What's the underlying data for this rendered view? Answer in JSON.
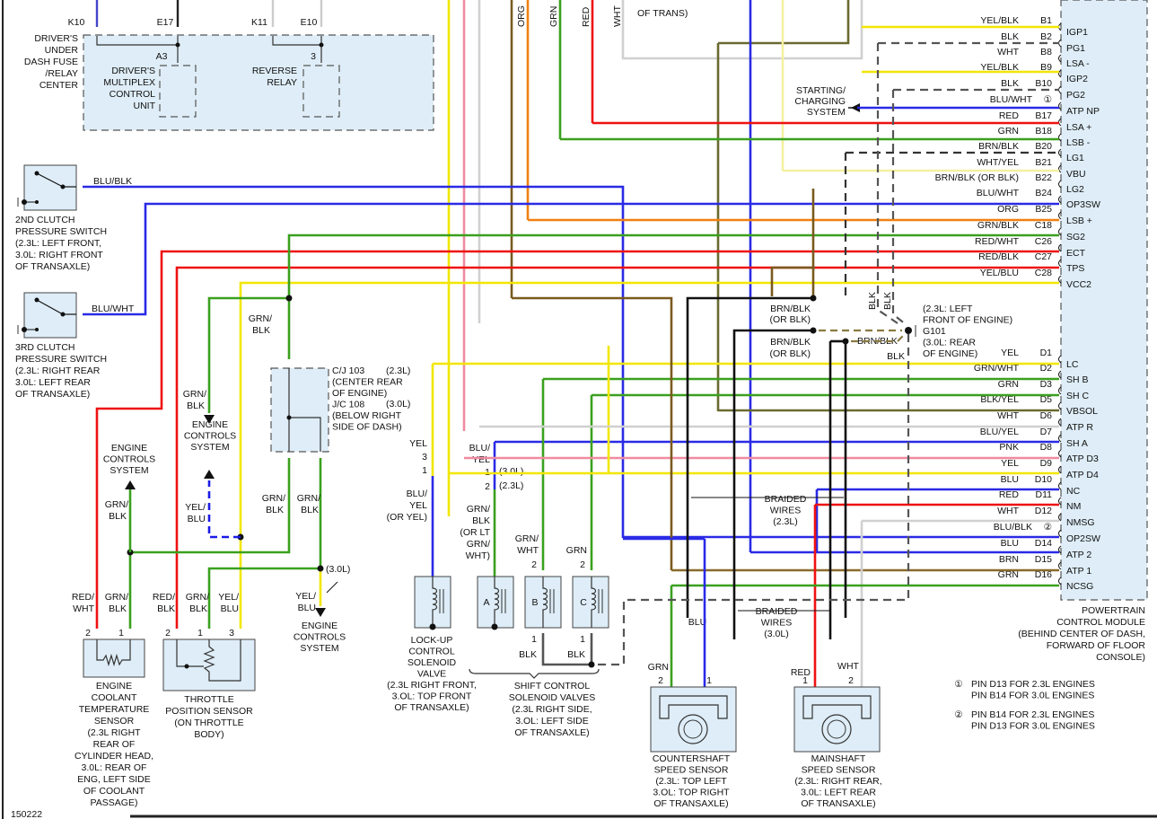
{
  "diagram_id": "150222",
  "pcm": {
    "name_lines": [
      "POWERTRAIN",
      "CONTROL MODULE",
      "(BEHIND CENTER OF DASH,",
      "FORWARD OF FLOOR",
      "CONSOLE)"
    ],
    "pins": [
      {
        "wire": "YEL/BLK",
        "pin": "B1",
        "term": "IGP1",
        "color": "#f2e600"
      },
      {
        "wire": "BLK",
        "pin": "B2",
        "term": "PG1",
        "color": "#555555",
        "dashed": true
      },
      {
        "wire": "WHT",
        "pin": "B8",
        "term": "LSA -",
        "color": "#c8c8c8"
      },
      {
        "wire": "YEL/BLK",
        "pin": "B9",
        "term": "IGP2",
        "color": "#f2e600"
      },
      {
        "wire": "BLK",
        "pin": "B10",
        "term": "PG2",
        "color": "#555555",
        "dashed": true
      },
      {
        "wire": "BLU/WHT",
        "pin": "①",
        "term": "ATP NP",
        "color": "#2a2ae6"
      },
      {
        "wire": "RED",
        "pin": "B17",
        "term": "LSA +",
        "color": "#ee1111"
      },
      {
        "wire": "GRN",
        "pin": "B18",
        "term": "LSB -",
        "color": "#3aa01e"
      },
      {
        "wire": "BRN/BLK",
        "pin": "B20",
        "term": "LG1",
        "color": "#333333",
        "dashed": true
      },
      {
        "wire": "WHT/YEL",
        "pin": "B21",
        "term": "VBU",
        "color": "#f4f0a0"
      },
      {
        "wire": "BRN/BLK (OR BLK)",
        "pin": "B22",
        "term": "LG2",
        "color": "#7a5a1e"
      },
      {
        "wire": "BLU/WHT",
        "pin": "B24",
        "term": "OP3SW",
        "color": "#2a2ae6"
      },
      {
        "wire": "ORG",
        "pin": "B25",
        "term": "LSB +",
        "color": "#f08010"
      },
      {
        "wire": "GRN/BLK",
        "pin": "C18",
        "term": "SG2",
        "color": "#3aa01e"
      },
      {
        "wire": "RED/WHT",
        "pin": "C26",
        "term": "ECT",
        "color": "#ee1111"
      },
      {
        "wire": "RED/BLK",
        "pin": "C27",
        "term": "TPS",
        "color": "#ee1111"
      },
      {
        "wire": "YEL/BLU",
        "pin": "C28",
        "term": "VCC2",
        "color": "#f2e600"
      },
      {
        "wire": "YEL",
        "pin": "D1",
        "term": "LC",
        "color": "#f2e600"
      },
      {
        "wire": "GRN/WHT",
        "pin": "D2",
        "term": "SH B",
        "color": "#3aa01e"
      },
      {
        "wire": "GRN",
        "pin": "D3",
        "term": "SH C",
        "color": "#3aa01e"
      },
      {
        "wire": "BLK/YEL",
        "pin": "D5",
        "term": "VBSOL",
        "color": "#6a6a30"
      },
      {
        "wire": "WHT",
        "pin": "D6",
        "term": "ATP R",
        "color": "#c8c8c8"
      },
      {
        "wire": "BLU/YEL",
        "pin": "D7",
        "term": "SH A",
        "color": "#2a2ae6"
      },
      {
        "wire": "PNK",
        "pin": "D8",
        "term": "ATP D3",
        "color": "#f08aa0"
      },
      {
        "wire": "YEL",
        "pin": "D9",
        "term": "ATP D4",
        "color": "#f2e600"
      },
      {
        "wire": "BLU",
        "pin": "D10",
        "term": "NC",
        "color": "#2a2ae6"
      },
      {
        "wire": "RED",
        "pin": "D11",
        "term": "NM",
        "color": "#ee1111"
      },
      {
        "wire": "WHT",
        "pin": "D12",
        "term": "NMSG",
        "color": "#c8c8c8"
      },
      {
        "wire": "BLU/BLK",
        "pin": "②",
        "term": "OP2SW",
        "color": "#2a2ae6"
      },
      {
        "wire": "BLU",
        "pin": "D14",
        "term": "ATP 2",
        "color": "#2a2ae6"
      },
      {
        "wire": "BRN",
        "pin": "D15",
        "term": "ATP 1",
        "color": "#8a6a2a"
      },
      {
        "wire": "GRN",
        "pin": "D16",
        "term": "NCSG",
        "color": "#3aa01e"
      }
    ]
  },
  "notes": [
    {
      "symbol": "①",
      "lines": [
        "PIN D13 FOR 2.3L ENGINES",
        "PIN B14 FOR 3.0L ENGINES"
      ]
    },
    {
      "symbol": "②",
      "lines": [
        "PIN B14 FOR 2.3L ENGINES",
        "PIN D13 FOR 3.0L ENGINES"
      ]
    }
  ],
  "fuse_box": {
    "name_lines": [
      "DRIVER'S",
      "UNDER",
      "DASH FUSE",
      "/RELAY",
      "CENTER"
    ],
    "pins": [
      "K10",
      "E17",
      "K11",
      "E10"
    ],
    "mpcu_pin": "A3",
    "mpcu_lines": [
      "DRIVER'S",
      "MULTIPLEX",
      "CONTROL",
      "UNIT"
    ],
    "relay_pin": "3",
    "relay_lines": [
      "REVERSE",
      "RELAY"
    ]
  },
  "top_wires": {
    "vertical_labels": [
      "ORG",
      "GRN",
      "RED",
      "WHT"
    ],
    "of_trans": "OF TRANS)",
    "starting_lines": [
      "STARTING/",
      "CHARGING",
      "SYSTEM"
    ]
  },
  "switch_2nd": {
    "wire": "BLU/BLK",
    "lines": [
      "2ND CLUTCH",
      "PRESSURE SWITCH",
      "(2.3L: LEFT FRONT,",
      "3.0L: RIGHT FRONT",
      "OF TRANSAXLE)"
    ]
  },
  "switch_3rd": {
    "wire": "BLU/WHT",
    "lines": [
      "3RD CLUTCH",
      "PRESSURE SWITCH",
      "(2.3L: RIGHT REAR",
      "3.0L: LEFT REAR",
      "OF TRANSAXLE)"
    ]
  },
  "junction": {
    "lines": [
      "C/J 103",
      "(CENTER REAR",
      "OF ENGINE)",
      "J/C 108",
      "(BELOW RIGHT",
      "SIDE OF DASH)"
    ],
    "eng_23": "(2.3L)",
    "eng_30": "(3.0L)"
  },
  "labels": {
    "grn_blk": "GRN/",
    "blk": "BLK",
    "yel_blu_1": "YEL/",
    "blu": "BLU",
    "red_wht_1": "RED/",
    "wht": "WHT",
    "red_blk_1": "RED/",
    "engine_controls": [
      "ENGINE",
      "CONTROLS",
      "SYSTEM"
    ],
    "l30": "(3.0L)",
    "l23": "(2.3L)",
    "yel": "YEL",
    "blu_yel_or_yel": [
      "BLU/",
      "YEL",
      "(OR YEL)"
    ],
    "blu_yel": [
      "BLU/",
      "YEL"
    ],
    "grn_blk_or": [
      "GRN/",
      "BLK",
      "(OR LT",
      "GRN/",
      "WHT)"
    ],
    "grn_wht": [
      "GRN/",
      "WHT"
    ],
    "grn": "GRN",
    "red": "RED",
    "brn_blk": "BRN/BLK",
    "or_blk": "(OR BLK)",
    "g101_lines": [
      "(2.3L: LEFT",
      "FRONT OF ENGINE)",
      "G101",
      "(3.0L: REAR",
      "OF ENGINE)"
    ],
    "braided_23": [
      "BRAIDED",
      "WIRES",
      "(2.3L)"
    ],
    "braided_30": [
      "BRAIDED",
      "WIRES",
      "(3.0L)"
    ]
  },
  "components": {
    "ect": {
      "lines": [
        "ENGINE",
        "COOLANT",
        "TEMPERATURE",
        "SENSOR",
        "(2.3L RIGHT",
        "REAR OF",
        "CYLINDER HEAD,",
        "3.0L: REAR OF",
        "ENG, LEFT SIDE",
        "OF COOLANT",
        "PASSAGE)"
      ],
      "pins": [
        "2",
        "1"
      ]
    },
    "tps": {
      "lines": [
        "THROTTLE",
        "POSITION SENSOR",
        "(ON THROTTLE",
        "BODY)"
      ],
      "pins": [
        "2",
        "1",
        "3"
      ]
    },
    "lockup": {
      "lines": [
        "LOCK-UP",
        "CONTROL",
        "SOLENOID",
        "VALVE",
        "(2.3L RIGHT FRONT,",
        "3.OL: TOP FRONT",
        "OF TRANSAXLE)"
      ],
      "pins": [
        "3",
        "1"
      ]
    },
    "shift": {
      "lines": [
        "SHIFT CONTROL",
        "SOLENOID VALVES",
        "(2.3L RIGHT SIDE,",
        "3.OL: LEFT SIDE",
        "OF TRANSAXLE)"
      ],
      "valves": [
        "A",
        "B",
        "C"
      ],
      "pins": [
        "1",
        "2"
      ]
    },
    "countershaft": {
      "lines": [
        "COUNTERSHAFT",
        "SPEED SENSOR",
        "(2.3L: TOP LEFT",
        "3.OL: TOP RIGHT",
        "OF TRANSAXLE)"
      ],
      "pins": [
        "2",
        "1"
      ]
    },
    "mainshaft": {
      "lines": [
        "MAINSHAFT",
        "SPEED SENSOR",
        "(2.3L: RIGHT REAR,",
        "3.0L: LEFT REAR",
        "OF TRANSAXLE)"
      ],
      "pins": [
        "1",
        "2"
      ]
    }
  }
}
